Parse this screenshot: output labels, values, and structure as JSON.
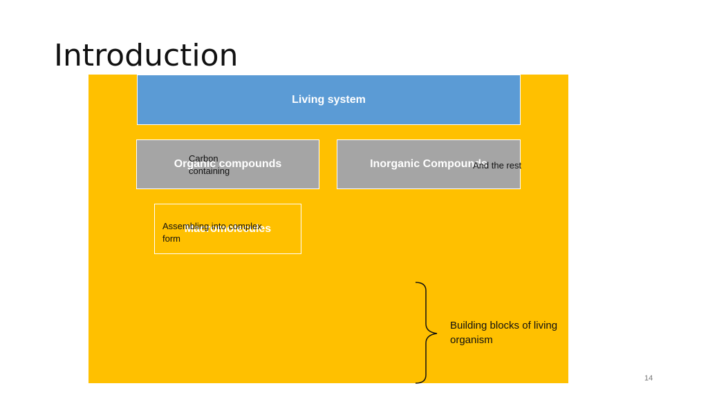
{
  "slide": {
    "title": "Introduction",
    "page_number": "14"
  },
  "colors": {
    "panel": "#ffc000",
    "living_box": "#5b9bd5",
    "compound_box": "#a5a5a5",
    "text_dark": "#111111"
  },
  "diagram": {
    "living_system": "Living system",
    "organic_compounds": "Organic compounds",
    "inorganic_compounds": "Inorganic Compounds",
    "macromolecules": "Macromolecules"
  },
  "notes": {
    "carbon_containing": "Carbon containing",
    "and_the_rest": "And the rest",
    "assembling": "Assembling into complex form",
    "building_blocks": "Building blocks of living organism"
  }
}
